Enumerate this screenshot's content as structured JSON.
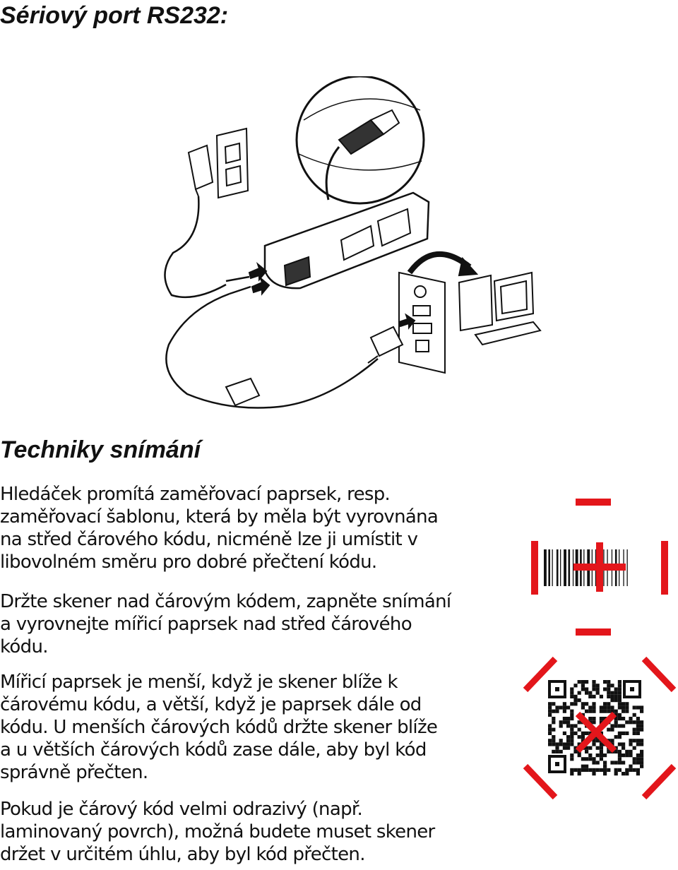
{
  "headings": {
    "serial_port": "Sériový port RS232:",
    "techniques": "Techniky snímání"
  },
  "paragraphs": [
    [
      "Hledáček promítá zaměřovací paprsek, resp.",
      "zaměřovací šablonu, která by měla být vyrovnána",
      "na střed čárového kódu, nicméně lze ji umístit v",
      "libovolném směru pro dobré přečtení kódu."
    ],
    [
      "Držte skener nad čárovým kódem, zapněte snímání",
      "a vyrovnejte mířicí paprsek nad střed čárového",
      "kódu."
    ],
    [
      "Mířicí paprsek je menší, když je skener blíže k",
      "čárovému kódu, a větší, když je paprsek dále od",
      "kódu.  U menších čárových kódů držte skener blíže",
      "a u větších čárových kódů zase dále, aby byl kód",
      "správně přečten."
    ],
    [
      "Pokud je čárový kód velmi odrazivý (např.",
      "laminovaný povrch), možná budete muset skener",
      "držet v určitém úhlu, aby byl kód přečten."
    ]
  ],
  "colors": {
    "aiming_red": "#e3161b",
    "ink": "#111111"
  },
  "icons": {
    "setup": "scanner-cradle-connection-illustration",
    "linear": "linear-barcode-aiming-icon",
    "qr": "2d-barcode-aiming-icon"
  }
}
